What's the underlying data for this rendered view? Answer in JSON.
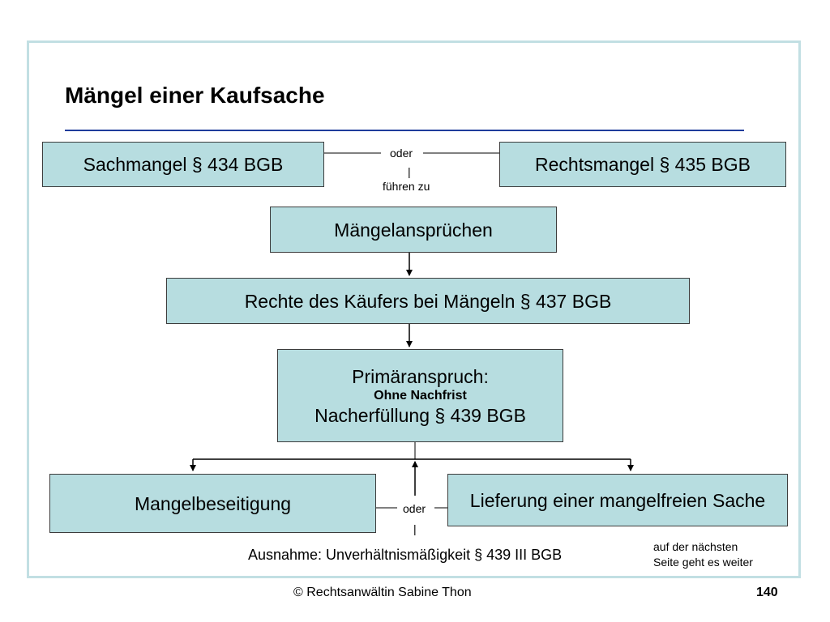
{
  "slide": {
    "title": "Mängel einer Kaufsache",
    "boxes": {
      "sachmangel": "Sachmangel § 434 BGB",
      "rechtsmangel": "Rechtsmangel § 435 BGB",
      "maengelansprueche": "Mängelansprüchen",
      "rechte": "Rechte des Käufers bei Mängeln § 437 BGB",
      "primaer": {
        "line1": "Primäranspruch:",
        "line2": "Ohne Nachfrist",
        "line3": "Nacherfüllung § 439 BGB"
      },
      "mangelbeseitigung": "Mangelbeseitigung",
      "lieferung": "Lieferung einer mangelfreien Sache"
    },
    "connectors": {
      "oder_top": "oder",
      "bar": "|",
      "fuehren_zu": "führen zu",
      "oder_bottom": "oder"
    },
    "exception": "Ausnahme: Unverhältnismäßigkeit § 439 III BGB",
    "continuation": {
      "line1": "auf der nächsten",
      "line2": "Seite geht es weiter"
    },
    "footer": {
      "copyright": "© Rechtsanwältin Sabine Thon",
      "page_number": "140"
    }
  }
}
